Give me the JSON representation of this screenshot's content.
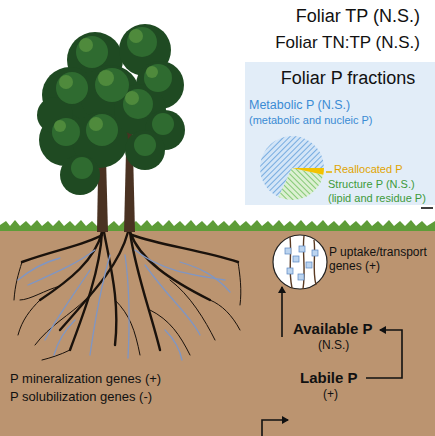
{
  "diagram": {
    "nodes": [
      {
        "text": [
          "Foliar P fractions"
        ]
      }
    ],
    "labels": [
      "Foliar TP (N.S.)",
      "Foliar TN:TP (N.S.)",
      "Metabolic P (N.S.)",
      "(metabolic and nucleic P)",
      "Reallocated P",
      "Structure P (N.S.)",
      "(lipid and residue P)",
      "P uptake/transport genes (+)",
      "Available P",
      "(N.S.)",
      "Labile P",
      "(+)",
      "P mineralization genes (+)",
      "P solubilization genes (-)"
    ]
  }
}
